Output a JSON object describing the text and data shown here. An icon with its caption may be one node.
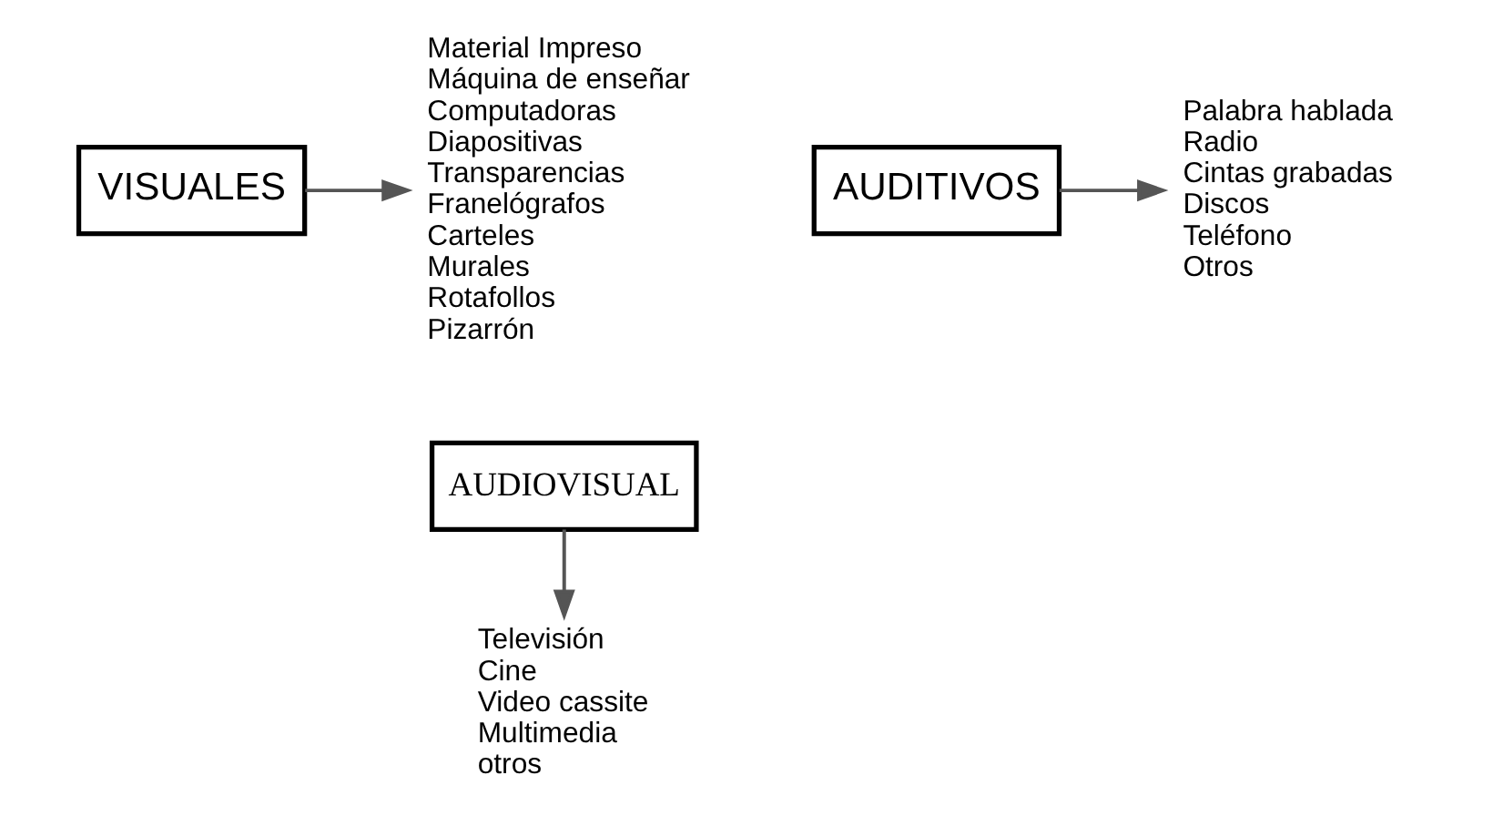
{
  "diagram": {
    "nodes": [
      {
        "text": [
          "VISUALES"
        ]
      },
      {
        "text": [
          "AUDITIVOS"
        ]
      },
      {
        "text": [
          "AUDIOVISUAL"
        ]
      },
      {
        "text": [
          "Material Impreso",
          "Máquina de enseñar",
          "Computadoras",
          "Diapositivas",
          "Transparencias",
          "Franelógrafos",
          "Carteles",
          "Murales",
          "Rotafollos",
          "Pizarrón"
        ]
      },
      {
        "text": [
          "Palabra hablada",
          "Radio",
          "Cintas grabadas",
          "Discos",
          "Teléfono",
          "Otros"
        ]
      },
      {
        "text": [
          "Televisión",
          "Cine",
          "Video cassite",
          "Multimedia",
          "otros"
        ]
      }
    ],
    "edges": [
      {
        "from": 0,
        "to": 3,
        "arrow": "to"
      },
      {
        "from": 1,
        "to": 4,
        "arrow": "to"
      },
      {
        "from": 2,
        "to": 5,
        "arrow": "to"
      }
    ]
  }
}
